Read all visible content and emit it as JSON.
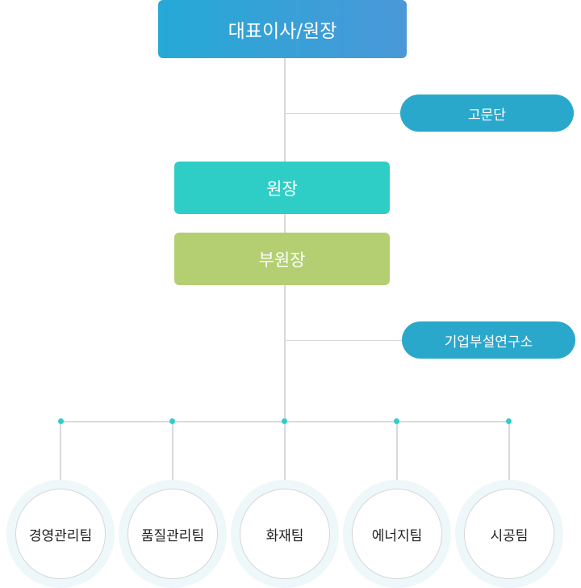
{
  "ceo": {
    "label": "대표이사/원장"
  },
  "advisory": {
    "label": "고문단"
  },
  "director": {
    "label": "원장"
  },
  "vice_director": {
    "label": "부원장"
  },
  "research_lab": {
    "label": "기업부설연구소"
  },
  "teams": [
    {
      "label": "경영관리팀"
    },
    {
      "label": "품질관리팀"
    },
    {
      "label": "화재팀"
    },
    {
      "label": "에너지팀"
    },
    {
      "label": "시공팀"
    }
  ],
  "colors": {
    "ceo_gradient_start": "#25a9d6",
    "ceo_gradient_end": "#4a98d8",
    "side_unit": "#2aa8cc",
    "director": "#2ecec6",
    "vice_director": "#b3cf72",
    "connector": "#d9d9d9",
    "node_dot": "#2ecec6"
  }
}
